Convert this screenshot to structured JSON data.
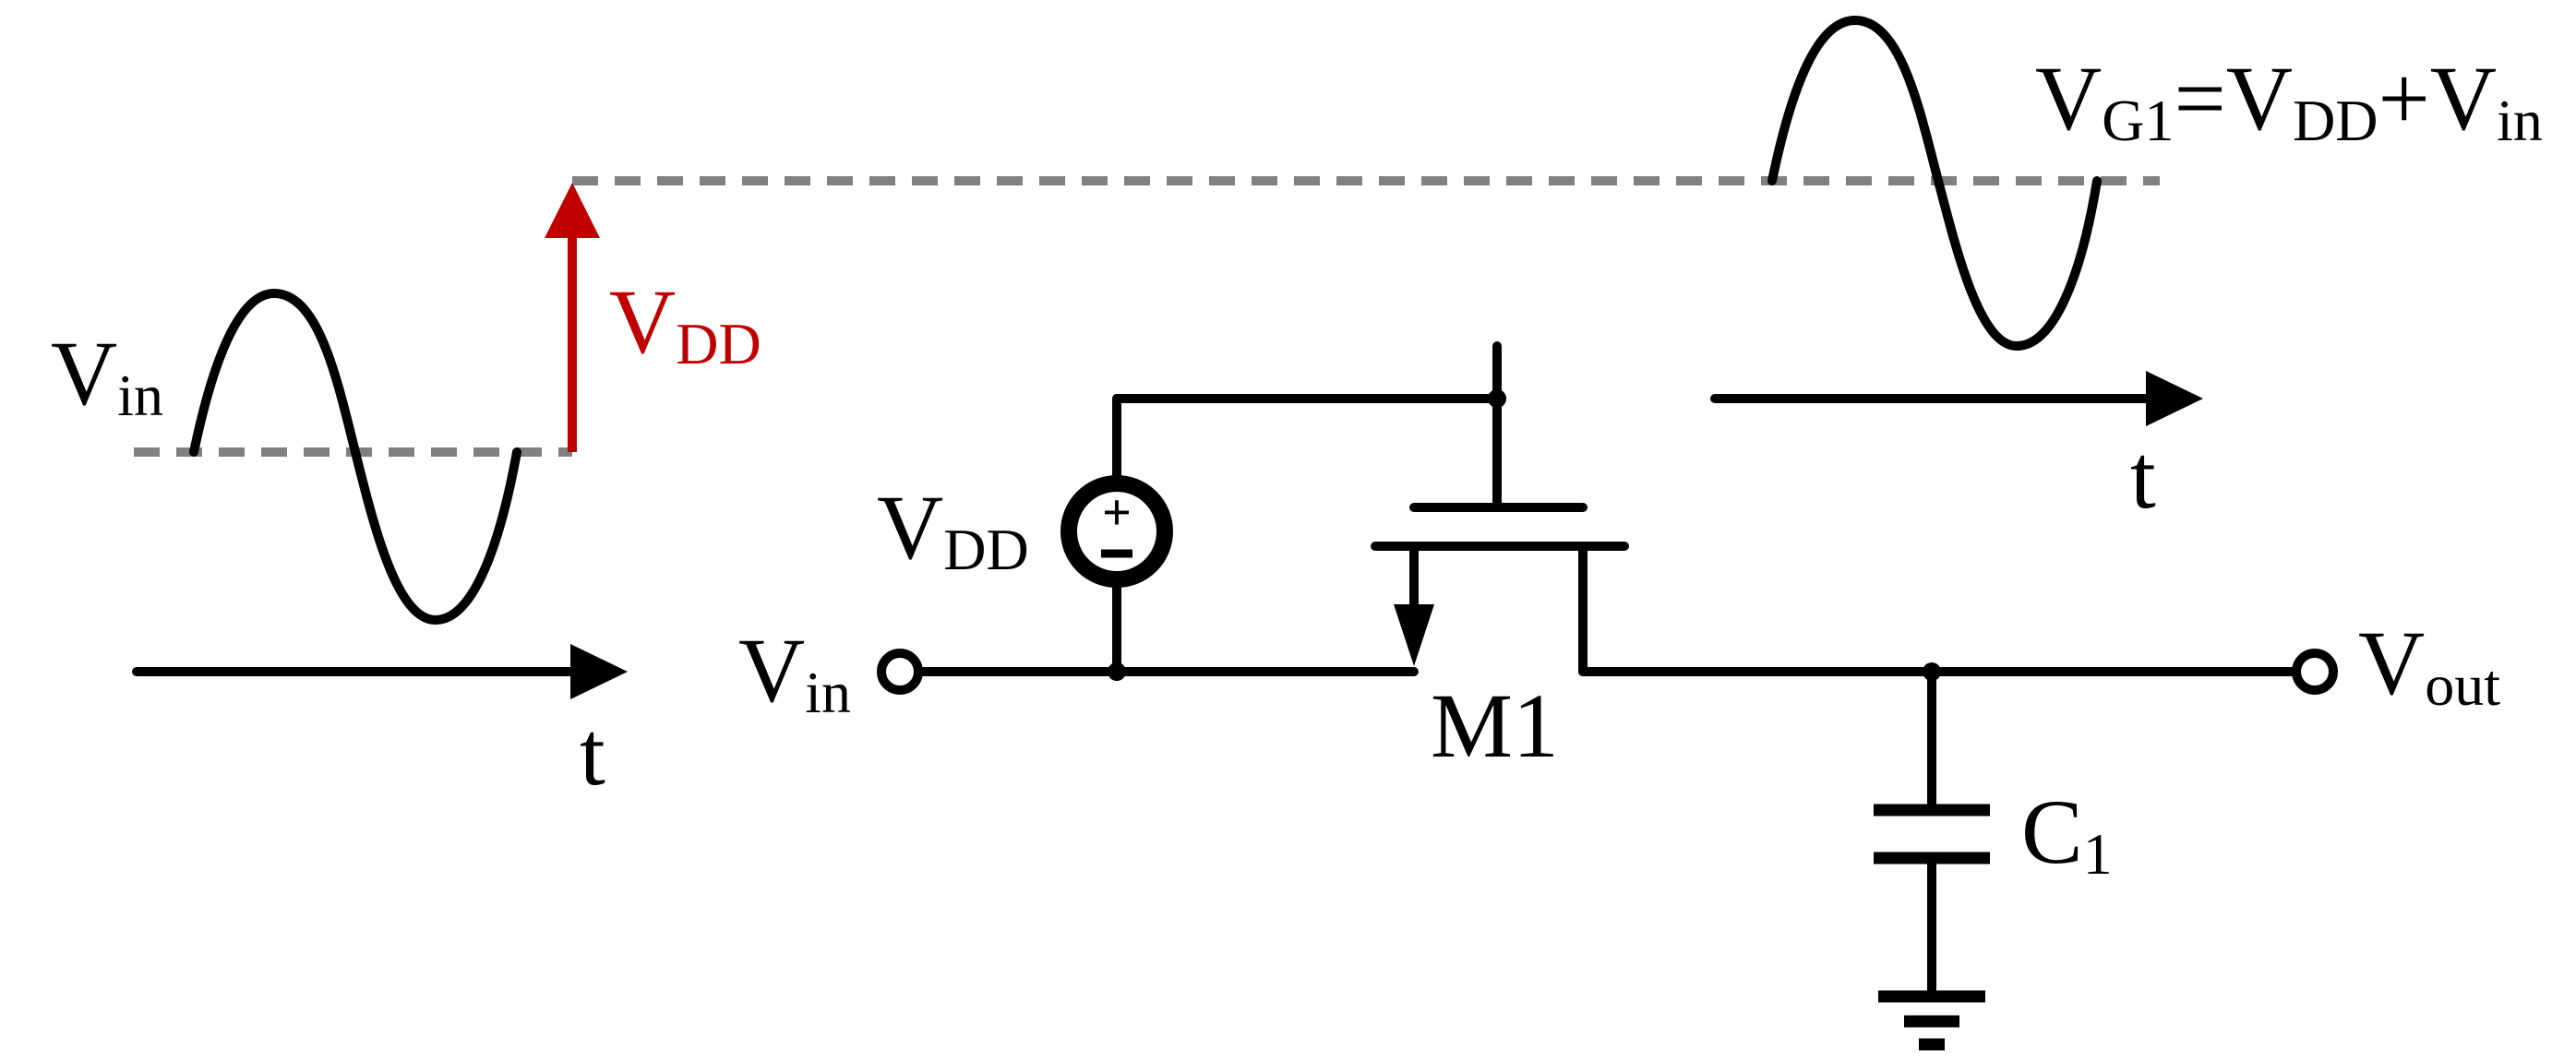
{
  "labels": {
    "vin_wave": {
      "main": "V",
      "sub": "in"
    },
    "vdd_arrow": {
      "main": "V",
      "sub": "DD"
    },
    "t_left": "t",
    "t_right": "t",
    "vg1": {
      "main1": "V",
      "sub1": "G1",
      "mid": "=V",
      "sub2": "DD",
      "plus": "+V",
      "sub3": "in"
    },
    "vdd_source": {
      "main": "V",
      "sub": "DD"
    },
    "vin_node": {
      "main": "V",
      "sub": "in"
    },
    "vout_node": {
      "main": "V",
      "sub": "out"
    },
    "transistor": "M1",
    "capacitor": {
      "main": "C",
      "sub": "1"
    },
    "source_plus": "+",
    "source_minus": "−"
  },
  "colors": {
    "wire": "#000000",
    "dashed": "#808080",
    "accent": "#c00000"
  }
}
